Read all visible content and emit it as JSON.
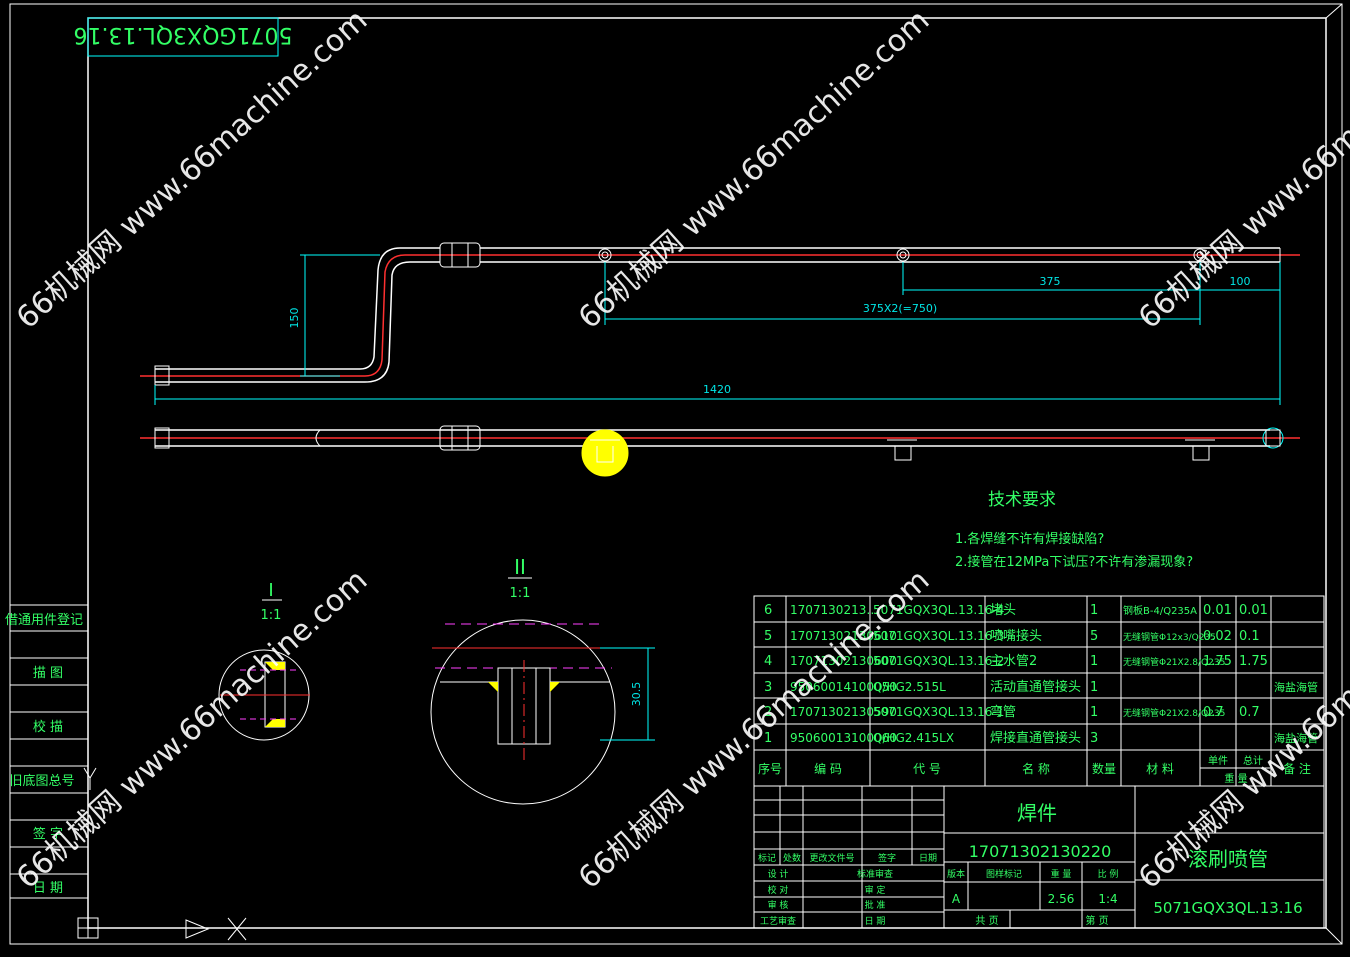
{
  "drawing_code_box": "5071GQX3QL.13.16",
  "watermark": "66机械网 www.66machine.com",
  "dims": {
    "height_150": "150",
    "spacing": "375",
    "pitch": "375X2(=750)",
    "end": "100",
    "total": "1420"
  },
  "detail_I": {
    "label": "I",
    "scale": "1:1"
  },
  "detail_II": {
    "label": "II",
    "scale": "1:1",
    "dim": "30.5"
  },
  "tech": {
    "title": "技术要求",
    "line1": "1.各焊缝不许有焊接缺陷?",
    "line2": "2.接管在12MPa下试压?不许有渗漏现象?"
  },
  "side_labels": [
    "借通用件登记",
    "描 图",
    "校 描",
    "旧底图总号",
    "签 字",
    "日 期"
  ],
  "bom": [
    {
      "no": "6",
      "code": "1707130213…",
      "drawing": "5071GQX3QL.13.16-4",
      "name": "堵头",
      "qty": "1",
      "mat": "钢板B-4/Q235A",
      "w1": "0.01",
      "w2": "0.01",
      "note": ""
    },
    {
      "no": "5",
      "code": "17071302130610",
      "drawing": "5071GQX3QL.13.16-3",
      "name": "喷嘴接头",
      "qty": "5",
      "mat": "无缝钢管Φ12x3/Q235",
      "w1": "0.02",
      "w2": "0.1",
      "note": ""
    },
    {
      "no": "4",
      "code": "17071302130600",
      "drawing": "5071GQX3QL.13.16-2",
      "name": "主水管2",
      "qty": "1",
      "mat": "无缝钢管Φ21X2.8/Q235",
      "w1": "1.75",
      "w2": "1.75",
      "note": ""
    },
    {
      "no": "3",
      "code": "95060014100050",
      "drawing": "Q/HG2.515L",
      "name": "活动直通管接头",
      "qty": "1",
      "mat": "",
      "w1": "",
      "w2": "",
      "note": "海盐海管"
    },
    {
      "no": "2",
      "code": "17071302130590",
      "drawing": "5071GQX3QL.13.16-1",
      "name": "弯管",
      "qty": "1",
      "mat": "无缝钢管Φ21X2.8/Q235",
      "w1": "0.7",
      "w2": "0.7",
      "note": ""
    },
    {
      "no": "1",
      "code": "95060013100060",
      "drawing": "Q/HG2.415LX",
      "name": "焊接直通管接头",
      "qty": "3",
      "mat": "",
      "w1": "",
      "w2": "",
      "note": "海盐海管"
    }
  ],
  "bom_header": {
    "no": "序号",
    "code": "编 码",
    "drawing": "代 号",
    "name": "名 称",
    "qty": "数量",
    "mat": "材 料",
    "unit_w": "单件",
    "total_w": "总计",
    "weight": "重 量",
    "note": "备 注"
  },
  "title_block": {
    "type": "焊件",
    "part_code": "17071302130220",
    "name": "滚刷喷管",
    "drawing_no": "5071GQX3QL.13.16",
    "version_label": "版本",
    "mark_label": "图样标记",
    "weight_label": "重 量",
    "scale_label": "比 例",
    "version": "A",
    "weight": "2.56",
    "scale": "1:4",
    "sheets": "共 页",
    "sheet": "第 页",
    "rev_cols": [
      "标记",
      "处数",
      "更改文件号",
      "签字",
      "日期"
    ],
    "roles": [
      "设 计",
      "校 对",
      "审 核",
      "工艺审查"
    ],
    "roles2": [
      "标准审查",
      "审 定",
      "批 准",
      "日 期"
    ]
  },
  "colors": {
    "frame": "#00ffff",
    "text": "#33ff66",
    "pipe": "#ffffff",
    "center": "#ff3030",
    "dim": "#00ffff"
  }
}
